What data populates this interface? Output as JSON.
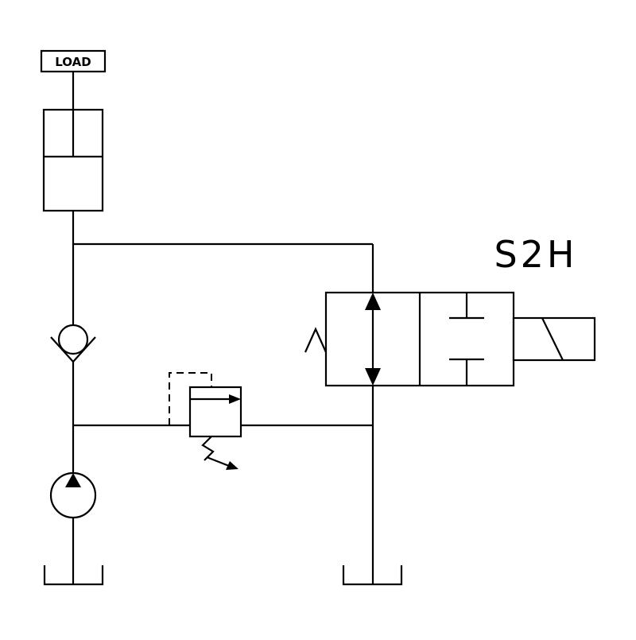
{
  "diagram": {
    "load_label": "LOAD",
    "valve_label": "S2H"
  },
  "colors": {
    "stroke": "#000000",
    "background": "#ffffff"
  },
  "components": [
    {
      "name": "load-box",
      "icon": "load-box"
    },
    {
      "name": "hydraulic-cylinder",
      "icon": "cylinder-icon"
    },
    {
      "name": "check-valve",
      "icon": "check-valve-icon"
    },
    {
      "name": "hydraulic-pump",
      "icon": "pump-icon"
    },
    {
      "name": "pressure-relief-valve",
      "icon": "relief-valve-icon"
    },
    {
      "name": "directional-control-valve",
      "icon": "two-position-valve-icon"
    },
    {
      "name": "solenoid-actuator",
      "icon": "solenoid-icon"
    },
    {
      "name": "spring-return",
      "icon": "spring-icon"
    },
    {
      "name": "tank-left",
      "icon": "tank-icon"
    },
    {
      "name": "tank-right",
      "icon": "tank-icon"
    }
  ]
}
